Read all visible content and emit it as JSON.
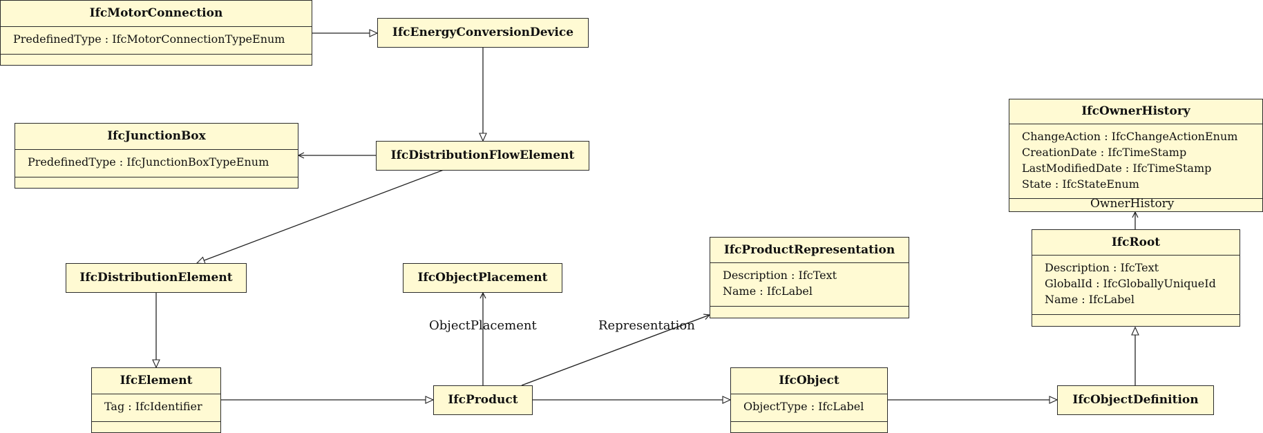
{
  "classes": {
    "motor_connection": {
      "name": "IfcMotorConnection",
      "attributes": [
        "PredefinedType : IfcMotorConnectionTypeEnum"
      ]
    },
    "energy_conversion_device": {
      "name": "IfcEnergyConversionDevice"
    },
    "junction_box": {
      "name": "IfcJunctionBox",
      "attributes": [
        "PredefinedType : IfcJunctionBoxTypeEnum"
      ]
    },
    "distribution_flow_element": {
      "name": "IfcDistributionFlowElement"
    },
    "distribution_element": {
      "name": "IfcDistributionElement"
    },
    "element": {
      "name": "IfcElement",
      "attributes": [
        "Tag : IfcIdentifier"
      ]
    },
    "object_placement": {
      "name": "IfcObjectPlacement"
    },
    "product": {
      "name": "IfcProduct"
    },
    "product_representation": {
      "name": "IfcProductRepresentation",
      "attributes": [
        "Description : IfcText",
        "Name : IfcLabel"
      ]
    },
    "object": {
      "name": "IfcObject",
      "attributes": [
        "ObjectType : IfcLabel"
      ]
    },
    "object_definition": {
      "name": "IfcObjectDefinition"
    },
    "root": {
      "name": "IfcRoot",
      "attributes": [
        "Description : IfcText",
        "GlobalId : IfcGloballyUniqueId",
        "Name : IfcLabel"
      ]
    },
    "owner_history": {
      "name": "IfcOwnerHistory",
      "attributes": [
        "ChangeAction : IfcChangeActionEnum",
        "CreationDate : IfcTimeStamp",
        "LastModifiedDate : IfcTimeStamp",
        "State : IfcStateEnum"
      ]
    }
  },
  "associations": {
    "object_placement": "ObjectPlacement",
    "representation": "Representation",
    "owner_history": "OwnerHistory"
  }
}
